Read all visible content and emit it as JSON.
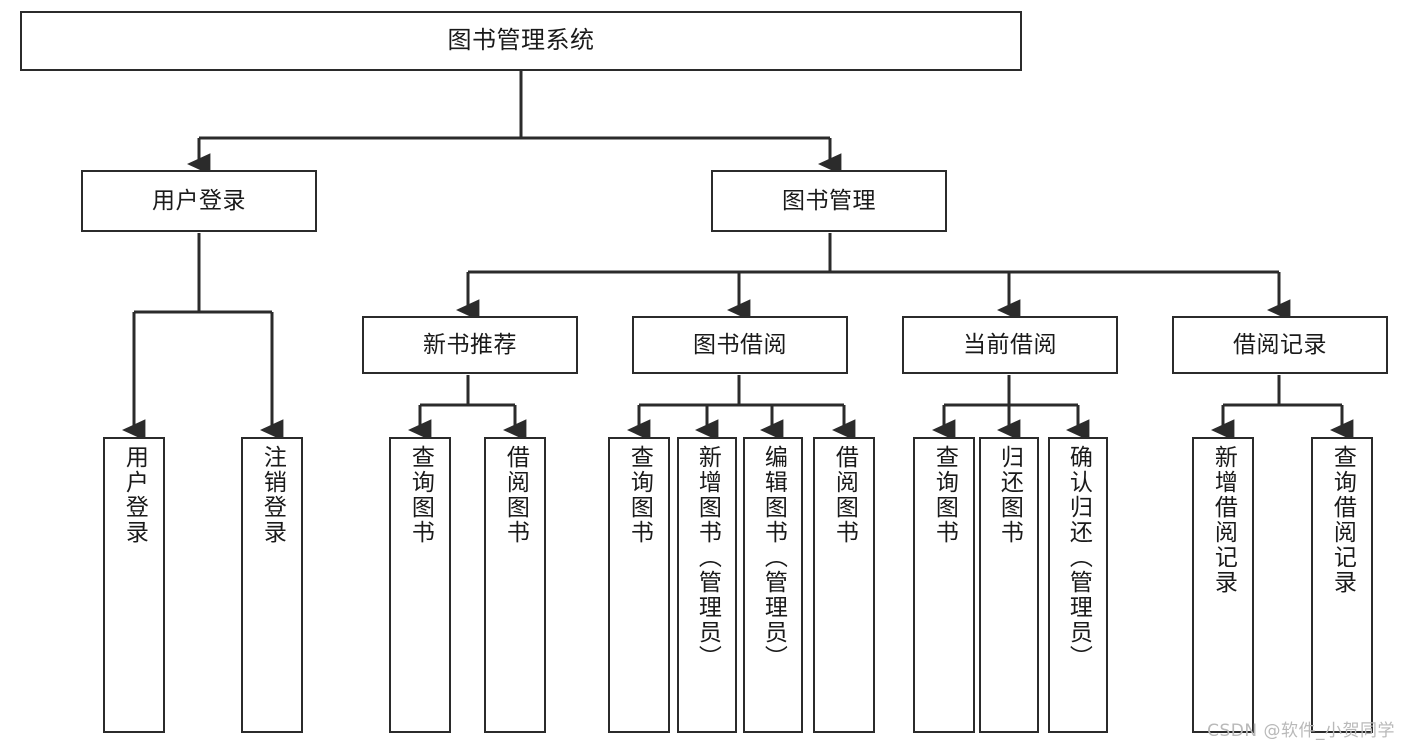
{
  "diagram": {
    "title": "图书管理系统",
    "watermark": "CSDN @软件_小贺同学",
    "line_color": "#2b2b2b",
    "box_fill": "#ffffff",
    "text_color": "#1a1a1a",
    "watermark_color": "#b9b9b9",
    "levels": {
      "root": {
        "label": "图书管理系统"
      },
      "level2": [
        {
          "label": "用户登录"
        },
        {
          "label": "图书管理"
        }
      ],
      "level3": [
        {
          "label": "新书推荐"
        },
        {
          "label": "图书借阅"
        },
        {
          "label": "当前借阅"
        },
        {
          "label": "借阅记录"
        }
      ],
      "leaves": {
        "user_login": [
          {
            "label": "用户登录"
          },
          {
            "label": "注销登录"
          }
        ],
        "new_book_recommend": [
          {
            "label": "查询图书"
          },
          {
            "label": "借阅图书"
          }
        ],
        "book_borrow": [
          {
            "label": "查询图书"
          },
          {
            "label": "新增图书（管理员）"
          },
          {
            "label": "编辑图书（管理员）"
          },
          {
            "label": "借阅图书"
          }
        ],
        "current_borrow": [
          {
            "label": "查询图书"
          },
          {
            "label": "归还图书"
          },
          {
            "label": "确认归还（管理员）"
          }
        ],
        "borrow_record": [
          {
            "label": "新增借阅记录"
          },
          {
            "label": "查询借阅记录"
          }
        ]
      }
    }
  }
}
